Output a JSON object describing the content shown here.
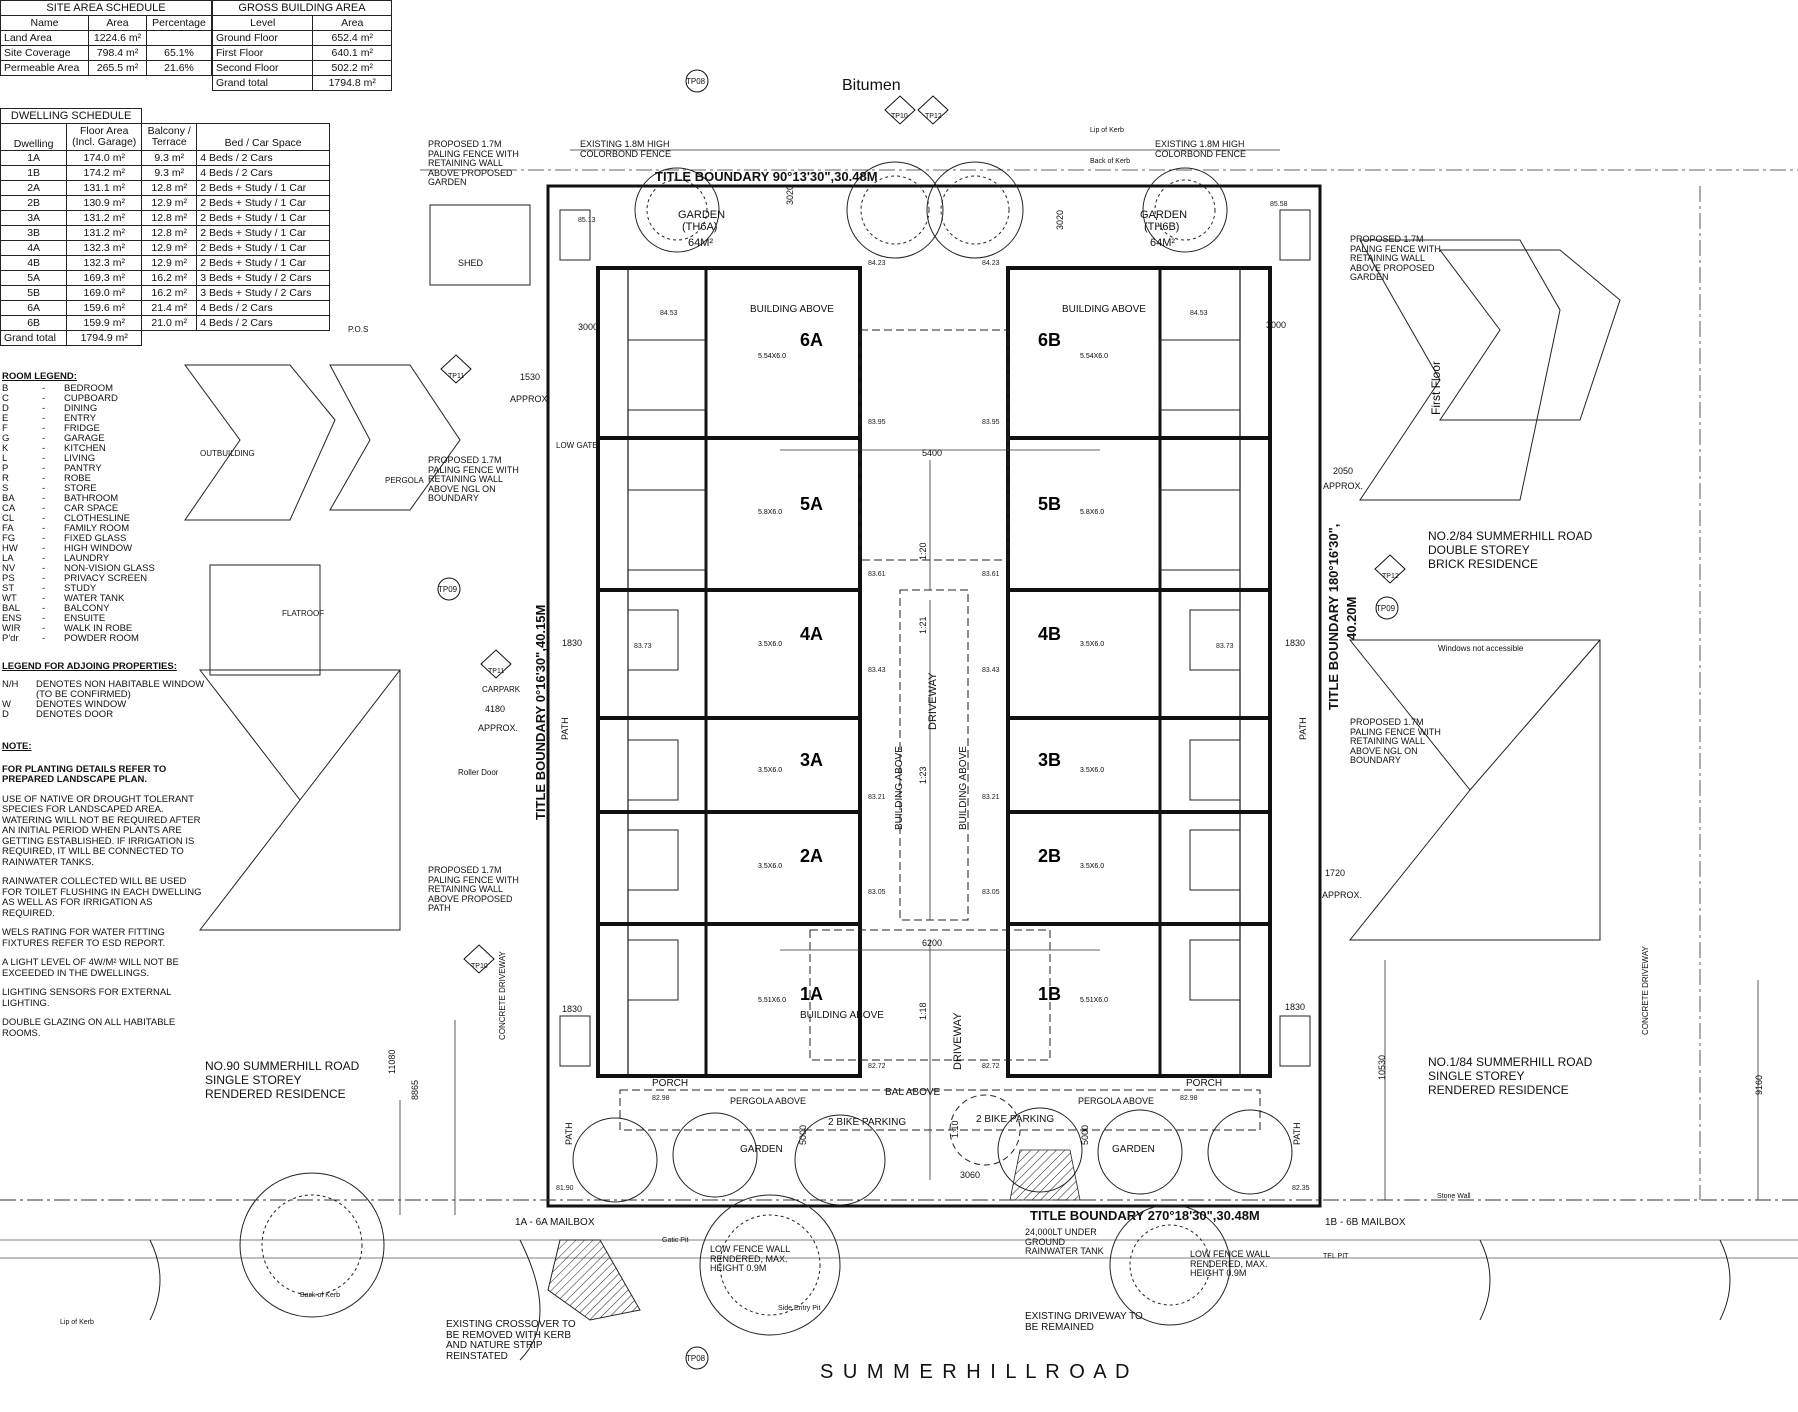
{
  "site_area": {
    "title": "SITE AREA SCHEDULE",
    "headers": [
      "Name",
      "Area",
      "Percentage"
    ],
    "rows": [
      [
        "Land Area",
        "1224.6 m²",
        ""
      ],
      [
        "Site Coverage",
        "798.4 m²",
        "65.1%"
      ],
      [
        "Permeable Area",
        "265.5 m²",
        "21.6%"
      ]
    ]
  },
  "gross_area": {
    "title": "GROSS BUILDING AREA",
    "headers": [
      "Level",
      "Area"
    ],
    "rows": [
      [
        "Ground Floor",
        "652.4 m²"
      ],
      [
        "First Floor",
        "640.1 m²"
      ],
      [
        "Second Floor",
        "502.2 m²"
      ],
      [
        "Grand total",
        "1794.8 m²"
      ]
    ]
  },
  "dwelling": {
    "title": "DWELLING SCHEDULE",
    "headers": [
      "Dwelling",
      "Floor Area (Incl. Garage)",
      "Balcony / Terrace",
      "Bed / Car Space"
    ],
    "rows": [
      [
        "1A",
        "174.0 m²",
        "9.3 m²",
        "4 Beds / 2 Cars"
      ],
      [
        "1B",
        "174.2 m²",
        "9.3 m²",
        "4 Beds / 2 Cars"
      ],
      [
        "2A",
        "131.1 m²",
        "12.8 m²",
        "2 Beds + Study / 1 Car"
      ],
      [
        "2B",
        "130.9 m²",
        "12.9 m²",
        "2 Beds + Study / 1 Car"
      ],
      [
        "3A",
        "131.2 m²",
        "12.8 m²",
        "2 Beds + Study / 1 Car"
      ],
      [
        "3B",
        "131.2 m²",
        "12.8 m²",
        "2 Beds + Study / 1 Car"
      ],
      [
        "4A",
        "132.3 m²",
        "12.9 m²",
        "2 Beds + Study / 1 Car"
      ],
      [
        "4B",
        "132.3 m²",
        "12.9 m²",
        "2 Beds + Study / 1 Car"
      ],
      [
        "5A",
        "169.3 m²",
        "16.2 m²",
        "3 Beds + Study / 2 Cars"
      ],
      [
        "5B",
        "169.0 m²",
        "16.2 m²",
        "3 Beds + Study / 2 Cars"
      ],
      [
        "6A",
        "159.6 m²",
        "21.4 m²",
        "4 Beds / 2 Cars"
      ],
      [
        "6B",
        "159.9 m²",
        "21.0 m²",
        "4 Beds / 2 Cars"
      ]
    ],
    "total_label": "Grand total",
    "total_value": "1794.9 m²"
  },
  "room_legend": {
    "title": "ROOM LEGEND:",
    "items": [
      [
        "B",
        "BEDROOM"
      ],
      [
        "C",
        "CUPBOARD"
      ],
      [
        "D",
        "DINING"
      ],
      [
        "E",
        "ENTRY"
      ],
      [
        "F",
        "FRIDGE"
      ],
      [
        "G",
        "GARAGE"
      ],
      [
        "K",
        "KITCHEN"
      ],
      [
        "L",
        "LIVING"
      ],
      [
        "P",
        "PANTRY"
      ],
      [
        "R",
        "ROBE"
      ],
      [
        "S",
        "STORE"
      ],
      [
        "BA",
        "BATHROOM"
      ],
      [
        "CA",
        "CAR SPACE"
      ],
      [
        "CL",
        "CLOTHESLINE"
      ],
      [
        "FA",
        "FAMILY ROOM"
      ],
      [
        "FG",
        "FIXED GLASS"
      ],
      [
        "HW",
        "HIGH WINDOW"
      ],
      [
        "LA",
        "LAUNDRY"
      ],
      [
        "NV",
        "NON-VISION GLASS"
      ],
      [
        "PS",
        "PRIVACY SCREEN"
      ],
      [
        "ST",
        "STUDY"
      ],
      [
        "WT",
        "WATER TANK"
      ],
      [
        "BAL",
        "BALCONY"
      ],
      [
        "ENS",
        "ENSUITE"
      ],
      [
        "WIR",
        "WALK IN ROBE"
      ],
      [
        "P'dr",
        "POWDER ROOM"
      ]
    ]
  },
  "adjoining_legend": {
    "title": "LEGEND FOR ADJOING PROPERTIES:",
    "items": [
      [
        "N/H",
        "DENOTES NON HABITABLE WINDOW"
      ],
      [
        "",
        "(TO BE CONFIRMED)"
      ],
      [
        "W",
        "DENOTES WINDOW"
      ],
      [
        "D",
        "DENOTES DOOR"
      ]
    ]
  },
  "notes": {
    "title": "NOTE:",
    "items": [
      "FOR PLANTING DETAILS REFER TO PREPARED LANDSCAPE PLAN.",
      "USE OF NATIVE OR DROUGHT TOLERANT SPECIES FOR LANDSCAPED AREA. WATERING WILL NOT BE REQUIRED AFTER AN INITIAL PERIOD WHEN PLANTS ARE GETTING ESTABLISHED. IF IRRIGATION IS REQUIRED, IT WILL BE CONNECTED TO RAINWATER TANKS.",
      "RAINWATER COLLECTED WILL BE USED FOR TOILET FLUSHING IN EACH DWELLING AS WELL AS FOR IRRIGATION AS REQUIRED.",
      "WELS RATING FOR WATER FITTING FIXTURES REFER TO ESD REPORT.",
      "A LIGHT LEVEL OF 4W/M² WILL NOT BE EXCEEDED IN THE DWELLINGS.",
      "LIGHTING SENSORS FOR EXTERNAL LIGHTING.",
      "DOUBLE GLAZING ON ALL HABITABLE ROOMS."
    ]
  },
  "labels": {
    "bitumen": "Bitumen",
    "title_top": "TITLE BOUNDARY 90°13'30\",30.48M",
    "title_bottom": "TITLE BOUNDARY 270°18'30\",30.48M",
    "title_left": "TITLE BOUNDARY 0°16'30\",40.15M",
    "title_right_1": "TITLE BOUNDARY 180°16'30\",",
    "title_right_2": "40.20M",
    "road": "S U M M E R H I L L     R O A D",
    "driveway": "DRIVEWAY",
    "building_above": "BUILDING ABOVE",
    "garden": "GARDEN",
    "th6a": "(TH6A)",
    "th6b": "(TH6B)",
    "area64": "64M²",
    "shed": "SHED",
    "pos": "P.O.S",
    "outbuilding": "OUTBUILDING",
    "pergola": "PERGOLA",
    "flatroof": "FLATROOF",
    "carpark": "CARPARK",
    "porch": "PORCH",
    "pergola_above": "PERGOLA ABOVE",
    "bike_parking": "2 BIKE PARKING",
    "bal_above": "BAL ABOVE",
    "path": "PATH",
    "concrete_driveway": "CONCRETE DRIVEWAY",
    "mailbox_a": "1A - 6A MAILBOX",
    "mailbox_b": "1B - 6B MAILBOX",
    "fence_top_left": "EXISTING 1.8M HIGH COLORBOND FENCE",
    "fence_top_right": "EXISTING 1.8M HIGH COLORBOND FENCE",
    "fence_proposed": "PROPOSED 1.7M PALING FENCE WITH RETAINING WALL ABOVE PROPOSED GARDEN",
    "fence_ngl": "PROPOSED 1.7M PALING FENCE WITH RETAINING WALL ABOVE NGL ON BOUNDARY",
    "fence_path": "PROPOSED 1.7M PALING FENCE WITH RETAINING WALL ABOVE PROPOSED PATH",
    "fence_right_ngl": "PROPOSED 1.7M PALING FENCE WITH RETAINING WALL ABOVE NGL ON BOUNDARY",
    "low_fence_left": "LOW FENCE WALL RENDERED, MAX. HEIGHT 0.9M",
    "low_fence_right": "LOW FENCE WALL RENDERED, MAX. HEIGHT 0.9M",
    "tank": "24,000LT UNDER GROUND RAINWATER TANK",
    "crossover": "EXISTING CROSSOVER TO BE REMOVED WITH KERB AND NATURE STRIP REINSTATED",
    "driveway_remain": "EXISTING DRIVEWAY TO BE REMAINED",
    "no90": "NO.90 SUMMERHILL ROAD",
    "no90_2": "SINGLE STOREY",
    "no90_3": "RENDERED RESIDENCE",
    "no1": "NO.1/84 SUMMERHILL ROAD",
    "no1_2": "SINGLE STOREY",
    "no1_3": "RENDERED RESIDENCE",
    "no2": "NO.2/84 SUMMERHILL ROAD",
    "no2_2": "DOUBLE STOREY",
    "no2_3": "BRICK RESIDENCE",
    "windows_na": "Windows not accessible",
    "first_floor": "First Floor",
    "approx": "APPROX.",
    "low_gate": "LOW GATE",
    "lip_kerb": "Lip of Kerb",
    "back_kerb": "Back of Kerb",
    "stone_wall": "Stone Wall",
    "side_entry": "Side Entry Pit",
    "tel_pit": "TEL PIT",
    "gatic": "Gatic Pit",
    "roller_door": "Roller Door",
    "tp08": "TP08",
    "tp09": "TP09",
    "tp10": "TP10",
    "tp11": "TP11",
    "tp12": "TP12",
    "dim_3020": "3020",
    "dim_3000": "3000",
    "dim_1530": "1530",
    "dim_5400": "5400",
    "dim_6200": "6200",
    "dim_1830": "1830",
    "dim_4180": "4180",
    "dim_2050": "2050",
    "dim_1720": "1720",
    "dim_3060": "3060",
    "dim_11080": "11080",
    "dim_8865": "8865",
    "dim_10530": "10530",
    "dim_9160": "9160",
    "dim_5000": "5000",
    "slope_120": "1:20",
    "slope_121": "1:21",
    "slope_123": "1:23",
    "slope_118": "1:18",
    "slope_110": "1:10"
  },
  "units": [
    {
      "name": "6A",
      "size": "5.54X6.0"
    },
    {
      "name": "6B",
      "size": "5.54X6.0"
    },
    {
      "name": "5A",
      "size": "5.8X6.0"
    },
    {
      "name": "5B",
      "size": "5.8X6.0"
    },
    {
      "name": "4A",
      "size": "3.5X6.0"
    },
    {
      "name": "4B",
      "size": "3.5X6.0"
    },
    {
      "name": "3A",
      "size": "3.5X6.0"
    },
    {
      "name": "3B",
      "size": "3.5X6.0"
    },
    {
      "name": "2A",
      "size": "3.5X6.0"
    },
    {
      "name": "2B",
      "size": "3.5X6.0"
    },
    {
      "name": "1A",
      "size": "5.51X6.0"
    },
    {
      "name": "1B",
      "size": "5.51X6.0"
    }
  ],
  "levels": [
    "84.23",
    "84.23",
    "83.95",
    "83.95",
    "83.61",
    "83.61",
    "83.43",
    "83.43",
    "83.21",
    "83.21",
    "83.05",
    "83.05",
    "82.72",
    "82.72",
    "85.13",
    "85.58",
    "84.53",
    "84.53",
    "83.73",
    "83.73",
    "82.98",
    "82.98",
    "81.90",
    "82.35"
  ]
}
